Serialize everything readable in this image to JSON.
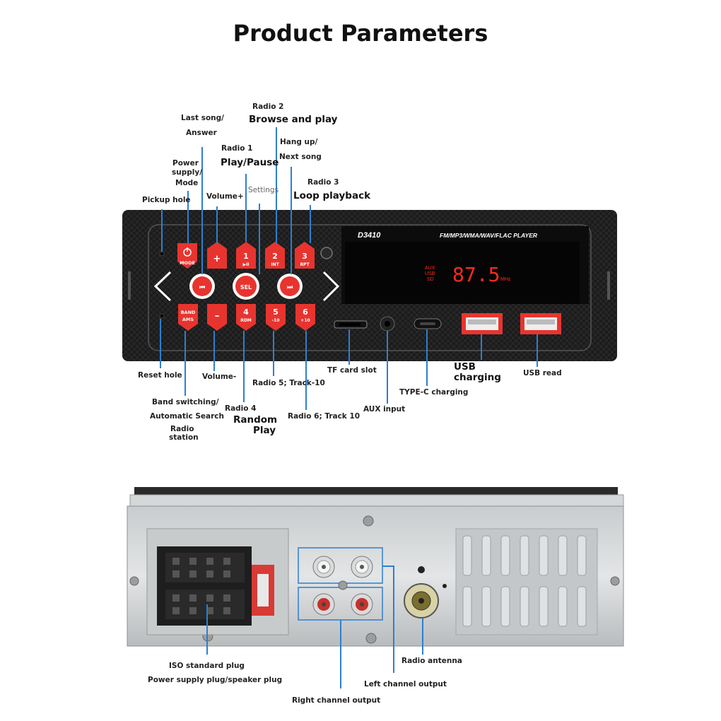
{
  "title": "Product Parameters",
  "front": {
    "model": "D3410",
    "player": "FM/MP3/WMA/WAV/FLAC  PLAYER",
    "display": {
      "indicators": [
        "AUX",
        "USB",
        "SD"
      ],
      "frequency": "87.5",
      "unit": "MHz"
    },
    "buttons": {
      "mode_top": "MODE",
      "plus": "+",
      "b1": "1",
      "b1_sub": "▶II",
      "b2": "2",
      "b2_sub": "INT",
      "b3": "3",
      "b3_sub": "RPT",
      "sel": "SEL",
      "band_top": "BAND",
      "band_sub": "AMS",
      "minus": "–",
      "b4": "4",
      "b4_sub": "RDM",
      "b5": "5",
      "b5_sub": "-10",
      "b6": "6",
      "b6_sub": "+10"
    }
  },
  "labels": {
    "radio2_a": "Radio 2",
    "radio2_b": "Browse and play",
    "last_song_a": "Last song/",
    "last_song_b": "Answer",
    "radio1_a": "Radio 1",
    "radio1_b": "Play/Pause",
    "hangup_a": "Hang up/",
    "hangup_b": "Next song",
    "power_a": "Power",
    "power_b": "supply/",
    "power_c": "Mode",
    "settings": "Settings",
    "volume_plus": "Volume+",
    "radio3_a": "Radio 3",
    "radio3_b": "Loop playback",
    "pickup": "Pickup hole",
    "reset": "Reset hole",
    "volume_minus": "Volume-",
    "radio5": "Radio 5; Track-10",
    "band_a": "Band switching/",
    "band_b": "Automatic Search",
    "band_c": "Radio",
    "band_d": "station",
    "radio4_a": "Radio 4",
    "radio4_b": "Random",
    "radio4_c": "Play",
    "radio6": "Radio 6; Track 10",
    "tf": "TF card slot",
    "aux": "AUX input",
    "typec": "TYPE-C charging",
    "usb_charge_a": "USB",
    "usb_charge_b": "charging",
    "usb_read": "USB read",
    "iso_a": "ISO standard plug",
    "iso_b": "Power supply plug/speaker plug",
    "antenna": "Radio antenna",
    "left_out": "Left channel output",
    "right_out": "Right channel output"
  },
  "colors": {
    "button_red": "#e8342f",
    "callout_blue": "#2d7fd0",
    "display_red": "#ff2a1f",
    "panel_dark": "#1d1d1d"
  }
}
